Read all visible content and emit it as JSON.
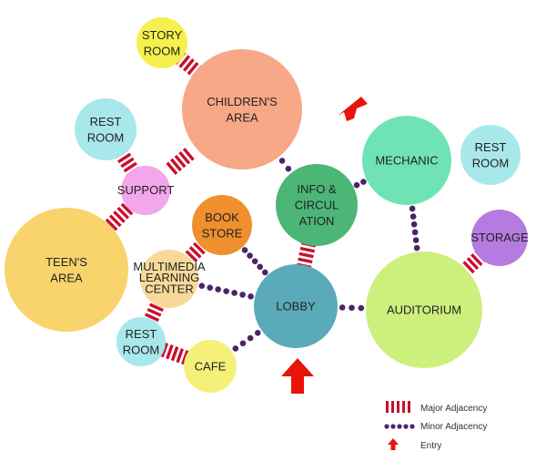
{
  "colors": {
    "major": "#c8102e",
    "minor": "#4b2466",
    "entry": "#e8140a"
  },
  "spaces": [
    {
      "id": "story-room",
      "lines": [
        "STORY",
        "ROOM"
      ],
      "color": "#f5f04d"
    },
    {
      "id": "childrens-area",
      "lines": [
        "CHILDREN'S",
        "AREA"
      ],
      "color": "#f7a887"
    },
    {
      "id": "rest-room-1",
      "lines": [
        "REST",
        "ROOM"
      ],
      "color": "#a8e8ea"
    },
    {
      "id": "support",
      "lines": [
        "SUPPORT"
      ],
      "color": "#f2a7ea"
    },
    {
      "id": "teens-area",
      "lines": [
        "TEEN'S",
        "AREA"
      ],
      "color": "#f9d36c"
    },
    {
      "id": "book-store",
      "lines": [
        "BOOK",
        "STORE"
      ],
      "color": "#ef8f2e"
    },
    {
      "id": "info-circulation",
      "lines": [
        "INFO &",
        "CIRCUL",
        "ATION"
      ],
      "color": "#4cb677"
    },
    {
      "id": "mechanic",
      "lines": [
        "MECHANIC"
      ],
      "color": "#6fe3b5"
    },
    {
      "id": "rest-room-2",
      "lines": [
        "REST",
        "ROOM"
      ],
      "color": "#a8e8ea"
    },
    {
      "id": "storage",
      "lines": [
        "STORAGE"
      ],
      "color": "#b57be0"
    },
    {
      "id": "multimedia",
      "lines": [
        "MULTIMEDIA",
        "LEARNING",
        "CENTER"
      ],
      "color": "#f7d99a"
    },
    {
      "id": "lobby",
      "lines": [
        "LOBBY"
      ],
      "color": "#5aaab9"
    },
    {
      "id": "auditorium",
      "lines": [
        "AUDITORIUM"
      ],
      "color": "#cdef7c"
    },
    {
      "id": "rest-room-3",
      "lines": [
        "REST",
        "ROOM"
      ],
      "color": "#a8e8ea"
    },
    {
      "id": "cafe",
      "lines": [
        "CAFE"
      ],
      "color": "#f5f07a"
    }
  ],
  "connections": [
    {
      "from": "story-room",
      "to": "childrens-area",
      "type": "major"
    },
    {
      "from": "childrens-area",
      "to": "support",
      "type": "major"
    },
    {
      "from": "rest-room-1",
      "to": "support",
      "type": "major"
    },
    {
      "from": "support",
      "to": "teens-area",
      "type": "major"
    },
    {
      "from": "childrens-area",
      "to": "info-circulation",
      "type": "minor"
    },
    {
      "from": "info-circulation",
      "to": "mechanic",
      "type": "minor"
    },
    {
      "from": "info-circulation",
      "to": "lobby",
      "type": "major"
    },
    {
      "from": "mechanic",
      "to": "auditorium",
      "type": "minor"
    },
    {
      "from": "storage",
      "to": "auditorium",
      "type": "major"
    },
    {
      "from": "book-store",
      "to": "multimedia",
      "type": "major"
    },
    {
      "from": "book-store",
      "to": "lobby",
      "type": "minor"
    },
    {
      "from": "multimedia",
      "to": "lobby",
      "type": "minor"
    },
    {
      "from": "multimedia",
      "to": "rest-room-3",
      "type": "major"
    },
    {
      "from": "lobby",
      "to": "auditorium",
      "type": "minor"
    },
    {
      "from": "lobby",
      "to": "cafe",
      "type": "minor"
    },
    {
      "from": "rest-room-3",
      "to": "cafe",
      "type": "major"
    }
  ],
  "legend": {
    "major": "Major Adjacency",
    "minor": "Minor Adjacency",
    "entry": "Entry"
  }
}
